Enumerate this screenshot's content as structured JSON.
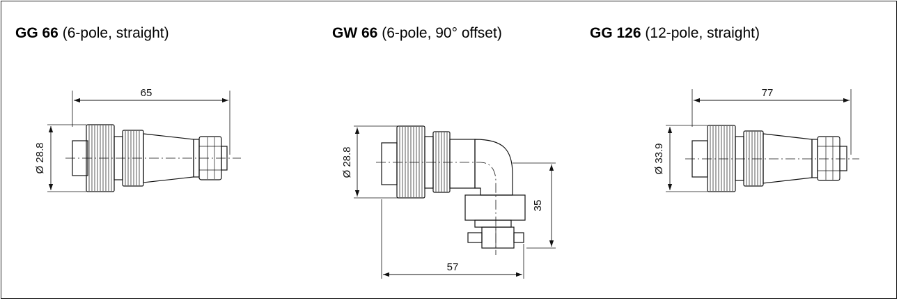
{
  "connectors": [
    {
      "model": "GG 66",
      "description": "(6-pole, straight)",
      "dims": {
        "length": "65",
        "diameter": "Ø 28.8"
      }
    },
    {
      "model": "GW 66",
      "description": "(6-pole, 90° offset)",
      "dims": {
        "diameter": "Ø 28.8",
        "height": "35",
        "length": "57"
      }
    },
    {
      "model": "GG 126",
      "description": "(12-pole, straight)",
      "dims": {
        "length": "77",
        "diameter": "Ø 33.9"
      }
    }
  ]
}
